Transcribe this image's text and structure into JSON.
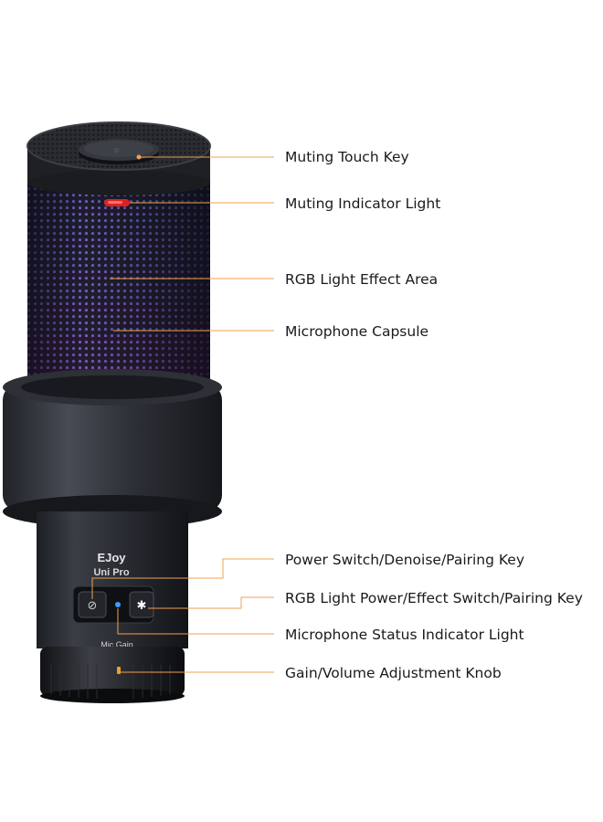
{
  "product": {
    "brand": "EJoy",
    "model": "Uni Pro",
    "gain_label": "Mic Gain"
  },
  "callouts": [
    {
      "id": "muting-touch-key",
      "label": "Muting Touch Key"
    },
    {
      "id": "muting-indicator-light",
      "label": "Muting Indicator Light"
    },
    {
      "id": "rgb-light-effect-area",
      "label": "RGB Light Effect Area"
    },
    {
      "id": "microphone-capsule",
      "label": "Microphone Capsule"
    },
    {
      "id": "power-switch-key",
      "label": "Power Switch/Denoise/Pairing Key"
    },
    {
      "id": "rgb-power-effect-key",
      "label": "RGB Light Power/Effect Switch/Pairing Key"
    },
    {
      "id": "mic-status-indicator",
      "label": "Microphone Status Indicator Light"
    },
    {
      "id": "gain-volume-knob",
      "label": "Gain/Volume Adjustment Knob"
    }
  ],
  "colors": {
    "leader_line": "#f0a050",
    "mute_led": "#e02020",
    "status_led": "#3aa0ff"
  }
}
